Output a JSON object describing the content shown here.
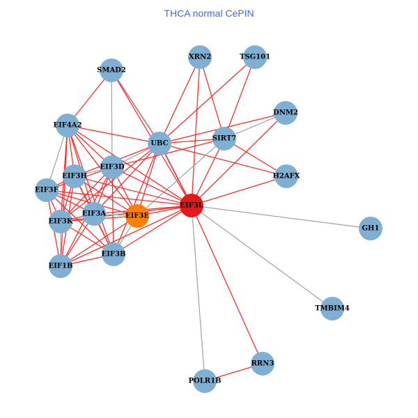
{
  "title": "THCA normal CePIN",
  "colors": {
    "default_node": "#7fb0d3",
    "hub_node": "#e3191c",
    "query_node": "#ff8000",
    "red_edge": "#ff2a2a",
    "gray_edge": "#a6a6a6",
    "title": "#4169e1"
  },
  "nodes": [
    {
      "id": "SMAD2",
      "type": "default"
    },
    {
      "id": "XRN2",
      "type": "default"
    },
    {
      "id": "TSG101",
      "type": "default"
    },
    {
      "id": "DNM2",
      "type": "default"
    },
    {
      "id": "EIF4A2",
      "type": "default"
    },
    {
      "id": "UBC",
      "type": "default"
    },
    {
      "id": "SIRT7",
      "type": "default"
    },
    {
      "id": "EIF3D",
      "type": "default"
    },
    {
      "id": "EIF3H",
      "type": "default"
    },
    {
      "id": "H2AFX",
      "type": "default"
    },
    {
      "id": "EIF3F",
      "type": "default"
    },
    {
      "id": "EIF3L",
      "type": "hub"
    },
    {
      "id": "EIF3K",
      "type": "default"
    },
    {
      "id": "EIF3A",
      "type": "default"
    },
    {
      "id": "EIF3E",
      "type": "query"
    },
    {
      "id": "GH1",
      "type": "default"
    },
    {
      "id": "EIF3B",
      "type": "default"
    },
    {
      "id": "EIF1B",
      "type": "default"
    },
    {
      "id": "TMBIM4",
      "type": "default"
    },
    {
      "id": "RRN3",
      "type": "default"
    },
    {
      "id": "POLR1B",
      "type": "default"
    }
  ],
  "edges": [
    [
      "SMAD2",
      "EIF4A2",
      "red"
    ],
    [
      "SMAD2",
      "UBC",
      "red"
    ],
    [
      "SMAD2",
      "UBC",
      "gray"
    ],
    [
      "SMAD2",
      "EIF3D",
      "gray"
    ],
    [
      "SMAD2",
      "EIF3L",
      "red"
    ],
    [
      "XRN2",
      "UBC",
      "red"
    ],
    [
      "XRN2",
      "EIF3L",
      "red"
    ],
    [
      "XRN2",
      "SIRT7",
      "red"
    ],
    [
      "TSG101",
      "UBC",
      "red"
    ],
    [
      "TSG101",
      "SIRT7",
      "red"
    ],
    [
      "DNM2",
      "UBC",
      "red"
    ],
    [
      "DNM2",
      "EIF3L",
      "red"
    ],
    [
      "DNM2",
      "SIRT7",
      "gray"
    ],
    [
      "H2AFX",
      "UBC",
      "red"
    ],
    [
      "H2AFX",
      "SIRT7",
      "red"
    ],
    [
      "H2AFX",
      "EIF3L",
      "red"
    ],
    [
      "SIRT7",
      "EIF3L",
      "red"
    ],
    [
      "SIRT7",
      "EIF3D",
      "red"
    ],
    [
      "SIRT7",
      "EIF3E",
      "gray"
    ],
    [
      "SIRT7",
      "UBC",
      "red"
    ],
    [
      "UBC",
      "EIF4A2",
      "red"
    ],
    [
      "UBC",
      "EIF3L",
      "gray"
    ],
    [
      "UBC",
      "EIF3D",
      "gray"
    ],
    [
      "UBC",
      "EIF3H",
      "red"
    ],
    [
      "UBC",
      "EIF3E",
      "red"
    ],
    [
      "UBC",
      "EIF3A",
      "red"
    ],
    [
      "UBC",
      "EIF3K",
      "red"
    ],
    [
      "UBC",
      "EIF3B",
      "red"
    ],
    [
      "UBC",
      "EIF3L",
      "red"
    ],
    [
      "EIF3L",
      "GH1",
      "gray"
    ],
    [
      "EIF3L",
      "TMBIM4",
      "gray"
    ],
    [
      "EIF3L",
      "POLR1B",
      "gray"
    ],
    [
      "EIF3L",
      "RRN3",
      "red"
    ],
    [
      "POLR1B",
      "RRN3",
      "red"
    ],
    [
      "EIF4A2",
      "EIF3F",
      "gray"
    ],
    [
      "EIF4A2",
      "EIF3D",
      "red"
    ],
    [
      "EIF4A2",
      "EIF3H",
      "red"
    ],
    [
      "EIF4A2",
      "EIF3K",
      "red"
    ],
    [
      "EIF4A2",
      "EIF3A",
      "red"
    ],
    [
      "EIF4A2",
      "EIF3B",
      "red"
    ],
    [
      "EIF4A2",
      "EIF3E",
      "red"
    ],
    [
      "EIF4A2",
      "EIF3L",
      "red"
    ],
    [
      "EIF4A2",
      "EIF1B",
      "red"
    ],
    [
      "EIF3D",
      "EIF3H",
      "gray"
    ],
    [
      "EIF3D",
      "EIF3F",
      "red"
    ],
    [
      "EIF3D",
      "EIF3K",
      "red"
    ],
    [
      "EIF3D",
      "EIF3A",
      "red"
    ],
    [
      "EIF3D",
      "EIF3E",
      "red"
    ],
    [
      "EIF3D",
      "EIF3B",
      "red"
    ],
    [
      "EIF3D",
      "EIF3L",
      "red"
    ],
    [
      "EIF3D",
      "EIF1B",
      "red"
    ],
    [
      "EIF3H",
      "EIF3F",
      "red"
    ],
    [
      "EIF3H",
      "EIF3K",
      "red"
    ],
    [
      "EIF3H",
      "EIF3A",
      "red"
    ],
    [
      "EIF3H",
      "EIF3E",
      "red"
    ],
    [
      "EIF3H",
      "EIF3B",
      "red"
    ],
    [
      "EIF3H",
      "EIF3L",
      "red"
    ],
    [
      "EIF3H",
      "EIF1B",
      "red"
    ],
    [
      "EIF3F",
      "EIF3K",
      "red"
    ],
    [
      "EIF3F",
      "EIF3A",
      "red"
    ],
    [
      "EIF3F",
      "EIF3E",
      "red"
    ],
    [
      "EIF3F",
      "EIF3B",
      "red"
    ],
    [
      "EIF3F",
      "EIF3L",
      "red"
    ],
    [
      "EIF3F",
      "EIF1B",
      "red"
    ],
    [
      "EIF3K",
      "EIF3A",
      "red"
    ],
    [
      "EIF3K",
      "EIF3E",
      "red"
    ],
    [
      "EIF3K",
      "EIF3B",
      "red"
    ],
    [
      "EIF3K",
      "EIF3L",
      "red"
    ],
    [
      "EIF3K",
      "EIF1B",
      "gray"
    ],
    [
      "EIF3A",
      "EIF3E",
      "gray"
    ],
    [
      "EIF3A",
      "EIF3B",
      "red"
    ],
    [
      "EIF3A",
      "EIF3L",
      "red"
    ],
    [
      "EIF3A",
      "EIF1B",
      "red"
    ],
    [
      "EIF3E",
      "EIF3B",
      "gray"
    ],
    [
      "EIF3E",
      "EIF3L",
      "red"
    ],
    [
      "EIF3E",
      "EIF1B",
      "red"
    ],
    [
      "EIF3B",
      "EIF3L",
      "red"
    ],
    [
      "EIF3B",
      "EIF1B",
      "red"
    ],
    [
      "EIF1B",
      "EIF3L",
      "red"
    ]
  ]
}
